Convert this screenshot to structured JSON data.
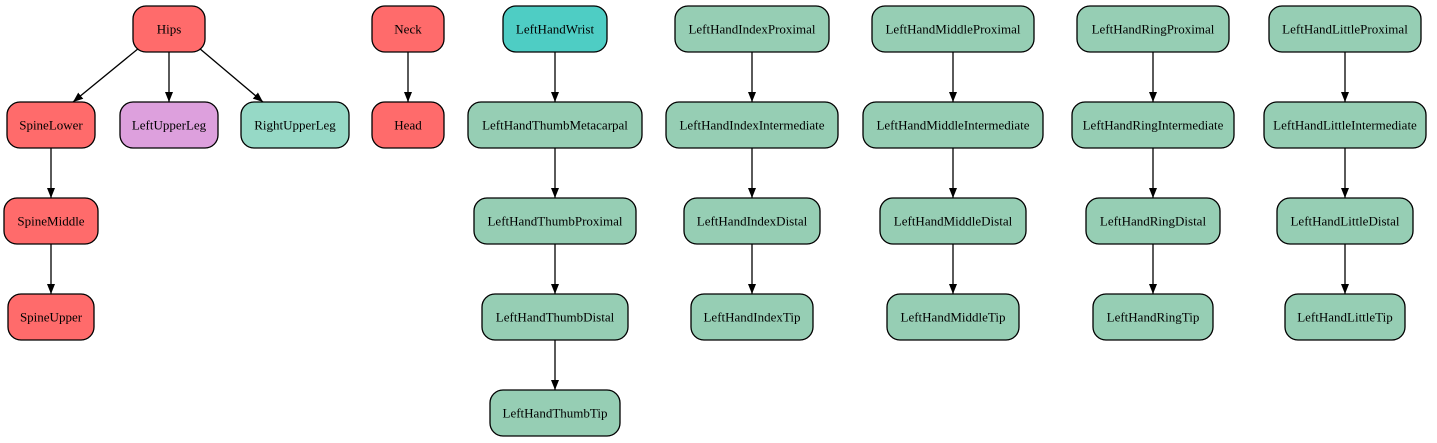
{
  "colors": {
    "red": "#ff6b6b",
    "violet": "#dda0dd",
    "mint": "#96d9c6",
    "turquoise": "#4ecdc4",
    "green": "#96ceb4"
  },
  "nodes": [
    {
      "id": "hips",
      "label": "Hips",
      "color": "red"
    },
    {
      "id": "spine-lower",
      "label": "SpineLower",
      "color": "red"
    },
    {
      "id": "left-upper-leg",
      "label": "LeftUpperLeg",
      "color": "violet"
    },
    {
      "id": "right-upper-leg",
      "label": "RightUpperLeg",
      "color": "mint"
    },
    {
      "id": "spine-middle",
      "label": "SpineMiddle",
      "color": "red"
    },
    {
      "id": "spine-upper",
      "label": "SpineUpper",
      "color": "red"
    },
    {
      "id": "neck",
      "label": "Neck",
      "color": "red"
    },
    {
      "id": "head",
      "label": "Head",
      "color": "red"
    },
    {
      "id": "left-hand-wrist",
      "label": "LeftHandWrist",
      "color": "turquoise"
    },
    {
      "id": "left-hand-thumb-metacarpal",
      "label": "LeftHandThumbMetacarpal",
      "color": "green"
    },
    {
      "id": "left-hand-thumb-proximal",
      "label": "LeftHandThumbProximal",
      "color": "green"
    },
    {
      "id": "left-hand-thumb-distal",
      "label": "LeftHandThumbDistal",
      "color": "green"
    },
    {
      "id": "left-hand-thumb-tip",
      "label": "LeftHandThumbTip",
      "color": "green"
    },
    {
      "id": "left-hand-index-proximal",
      "label": "LeftHandIndexProximal",
      "color": "green"
    },
    {
      "id": "left-hand-index-intermediate",
      "label": "LeftHandIndexIntermediate",
      "color": "green"
    },
    {
      "id": "left-hand-index-distal",
      "label": "LeftHandIndexDistal",
      "color": "green"
    },
    {
      "id": "left-hand-index-tip",
      "label": "LeftHandIndexTip",
      "color": "green"
    },
    {
      "id": "left-hand-middle-proximal",
      "label": "LeftHandMiddleProximal",
      "color": "green"
    },
    {
      "id": "left-hand-middle-intermediate",
      "label": "LeftHandMiddleIntermediate",
      "color": "green"
    },
    {
      "id": "left-hand-middle-distal",
      "label": "LeftHandMiddleDistal",
      "color": "green"
    },
    {
      "id": "left-hand-middle-tip",
      "label": "LeftHandMiddleTip",
      "color": "green"
    },
    {
      "id": "left-hand-ring-proximal",
      "label": "LeftHandRingProximal",
      "color": "green"
    },
    {
      "id": "left-hand-ring-intermediate",
      "label": "LeftHandRingIntermediate",
      "color": "green"
    },
    {
      "id": "left-hand-ring-distal",
      "label": "LeftHandRingDistal",
      "color": "green"
    },
    {
      "id": "left-hand-ring-tip",
      "label": "LeftHandRingTip",
      "color": "green"
    },
    {
      "id": "left-hand-little-proximal",
      "label": "LeftHandLittleProximal",
      "color": "green"
    },
    {
      "id": "left-hand-little-intermediate",
      "label": "LeftHandLittleIntermediate",
      "color": "green"
    },
    {
      "id": "left-hand-little-distal",
      "label": "LeftHandLittleDistal",
      "color": "green"
    },
    {
      "id": "left-hand-little-tip",
      "label": "LeftHandLittleTip",
      "color": "green"
    }
  ],
  "edges": [
    [
      "hips",
      "spine-lower"
    ],
    [
      "hips",
      "left-upper-leg"
    ],
    [
      "hips",
      "right-upper-leg"
    ],
    [
      "spine-lower",
      "spine-middle"
    ],
    [
      "spine-middle",
      "spine-upper"
    ],
    [
      "neck",
      "head"
    ],
    [
      "left-hand-wrist",
      "left-hand-thumb-metacarpal"
    ],
    [
      "left-hand-thumb-metacarpal",
      "left-hand-thumb-proximal"
    ],
    [
      "left-hand-thumb-proximal",
      "left-hand-thumb-distal"
    ],
    [
      "left-hand-thumb-distal",
      "left-hand-thumb-tip"
    ],
    [
      "left-hand-index-proximal",
      "left-hand-index-intermediate"
    ],
    [
      "left-hand-index-intermediate",
      "left-hand-index-distal"
    ],
    [
      "left-hand-index-distal",
      "left-hand-index-tip"
    ],
    [
      "left-hand-middle-proximal",
      "left-hand-middle-intermediate"
    ],
    [
      "left-hand-middle-intermediate",
      "left-hand-middle-distal"
    ],
    [
      "left-hand-middle-distal",
      "left-hand-middle-tip"
    ],
    [
      "left-hand-ring-proximal",
      "left-hand-ring-intermediate"
    ],
    [
      "left-hand-ring-intermediate",
      "left-hand-ring-distal"
    ],
    [
      "left-hand-ring-distal",
      "left-hand-ring-tip"
    ],
    [
      "left-hand-little-proximal",
      "left-hand-little-intermediate"
    ],
    [
      "left-hand-little-intermediate",
      "left-hand-little-distal"
    ],
    [
      "left-hand-little-distal",
      "left-hand-little-tip"
    ]
  ]
}
